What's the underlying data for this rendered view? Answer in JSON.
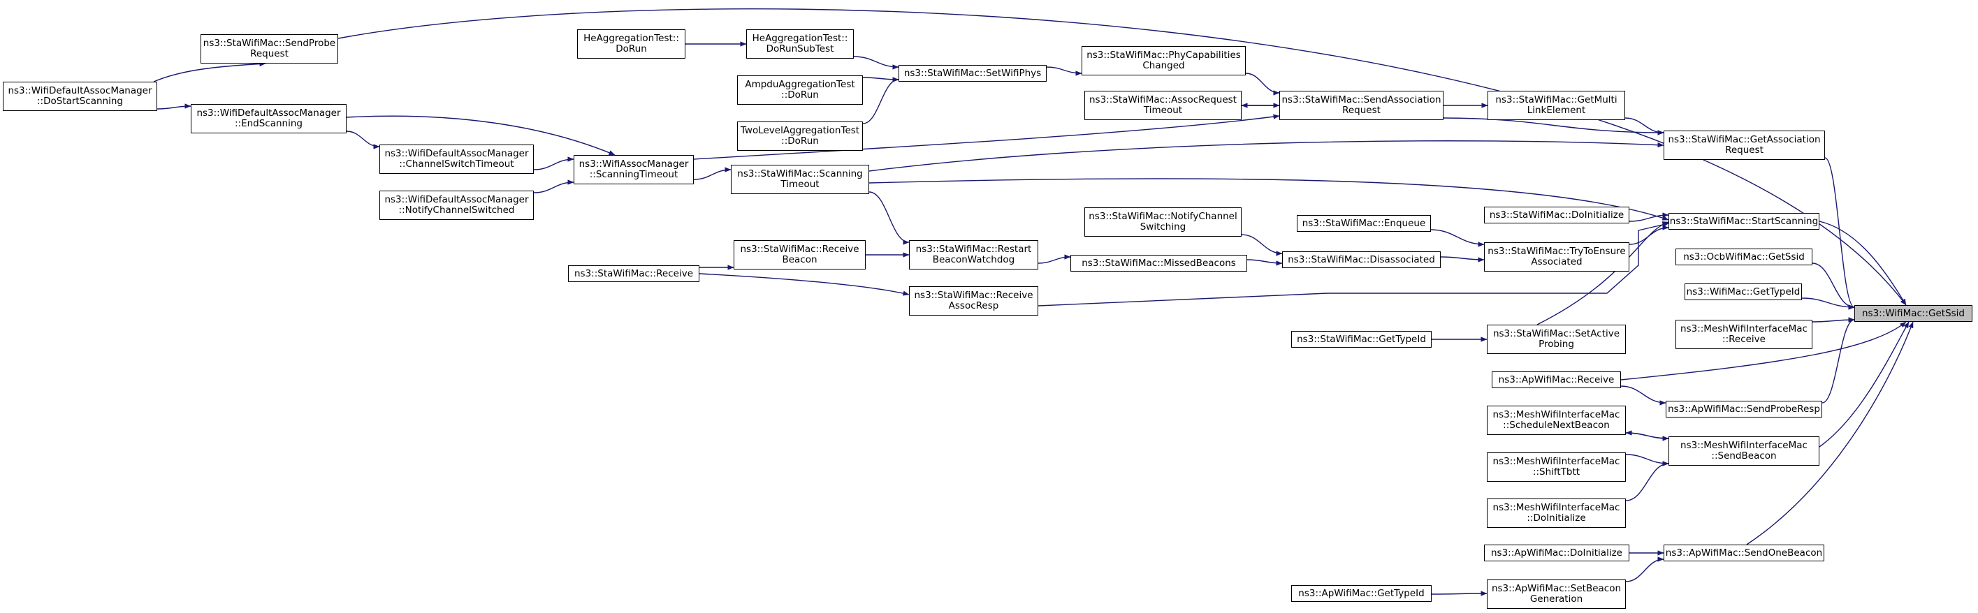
{
  "graph": {
    "title": "",
    "edge_color": "#191970",
    "highlight_color": "#bfbfbf",
    "nodes": [
      {
        "id": "get-ssid",
        "lines": [
          "ns3::WifiMac::GetSsid"
        ],
        "highlight": true
      },
      {
        "id": "get-association-request",
        "lines": [
          "ns3::StaWifiMac::GetAssociation",
          "Request"
        ]
      },
      {
        "id": "start-scanning",
        "lines": [
          "ns3::StaWifiMac::StartScanning"
        ]
      },
      {
        "id": "ocb-get-ssid",
        "lines": [
          "ns3::OcbWifiMac::GetSsid"
        ]
      },
      {
        "id": "wifimac-get-type-id",
        "lines": [
          "ns3::WifiMac::GetTypeId"
        ]
      },
      {
        "id": "mesh-receive",
        "lines": [
          "ns3::MeshWifiInterfaceMac",
          "::Receive"
        ]
      },
      {
        "id": "ap-send-probe-resp",
        "lines": [
          "ns3::ApWifiMac::SendProbeResp"
        ]
      },
      {
        "id": "mesh-send-beacon",
        "lines": [
          "ns3::MeshWifiInterfaceMac",
          "::SendBeacon"
        ]
      },
      {
        "id": "ap-send-one-beacon",
        "lines": [
          "ns3::ApWifiMac::SendOneBeacon"
        ]
      },
      {
        "id": "get-multi-link-element",
        "lines": [
          "ns3::StaWifiMac::GetMulti",
          "LinkElement"
        ]
      },
      {
        "id": "sta-do-initialize",
        "lines": [
          "ns3::StaWifiMac::DoInitialize"
        ]
      },
      {
        "id": "try-to-ensure-associated",
        "lines": [
          "ns3::StaWifiMac::TryToEnsure",
          "Associated"
        ]
      },
      {
        "id": "set-active-probing",
        "lines": [
          "ns3::StaWifiMac::SetActive",
          "Probing"
        ]
      },
      {
        "id": "ap-receive",
        "lines": [
          "ns3::ApWifiMac::Receive"
        ]
      },
      {
        "id": "mesh-schedule-next-beacon",
        "lines": [
          "ns3::MeshWifiInterfaceMac",
          "::ScheduleNextBeacon"
        ]
      },
      {
        "id": "mesh-shift-tbtt",
        "lines": [
          "ns3::MeshWifiInterfaceMac",
          "::ShiftTbtt"
        ]
      },
      {
        "id": "mesh-do-initialize",
        "lines": [
          "ns3::MeshWifiInterfaceMac",
          "::DoInitialize"
        ]
      },
      {
        "id": "ap-do-initialize",
        "lines": [
          "ns3::ApWifiMac::DoInitialize"
        ]
      },
      {
        "id": "set-beacon-generation",
        "lines": [
          "ns3::ApWifiMac::SetBeacon",
          "Generation"
        ]
      },
      {
        "id": "send-association-request",
        "lines": [
          "ns3::StaWifiMac::SendAssociation",
          "Request"
        ]
      },
      {
        "id": "sta-enqueue",
        "lines": [
          "ns3::StaWifiMac::Enqueue"
        ]
      },
      {
        "id": "disassociated",
        "lines": [
          "ns3::StaWifiMac::Disassociated"
        ]
      },
      {
        "id": "sta-get-type-id",
        "lines": [
          "ns3::StaWifiMac::GetTypeId"
        ]
      },
      {
        "id": "ap-get-type-id",
        "lines": [
          "ns3::ApWifiMac::GetTypeId"
        ]
      },
      {
        "id": "phy-capabilities-changed",
        "lines": [
          "ns3::StaWifiMac::PhyCapabilities",
          "Changed"
        ]
      },
      {
        "id": "assoc-request-timeout",
        "lines": [
          "ns3::StaWifiMac::AssocRequest",
          "Timeout"
        ]
      },
      {
        "id": "notify-channel-switching",
        "lines": [
          "ns3::StaWifiMac::NotifyChannel",
          "Switching"
        ]
      },
      {
        "id": "missed-beacons",
        "lines": [
          "ns3::StaWifiMac::MissedBeacons"
        ]
      },
      {
        "id": "set-wifi-phys",
        "lines": [
          "ns3::StaWifiMac::SetWifiPhys"
        ]
      },
      {
        "id": "scanning-timeout",
        "lines": [
          "ns3::StaWifiMac::Scanning",
          "Timeout"
        ]
      },
      {
        "id": "restart-beacon-watchdog",
        "lines": [
          "ns3::StaWifiMac::Restart",
          "BeaconWatchdog"
        ]
      },
      {
        "id": "receive-assoc-resp",
        "lines": [
          "ns3::StaWifiMac::Receive",
          "AssocResp"
        ]
      },
      {
        "id": "he-do-run-sub-test",
        "lines": [
          "HeAggregationTest::",
          "DoRunSubTest"
        ]
      },
      {
        "id": "ampdu-do-run",
        "lines": [
          "AmpduAggregationTest",
          "::DoRun"
        ]
      },
      {
        "id": "two-level-do-run",
        "lines": [
          "TwoLevelAggregationTest",
          "::DoRun"
        ]
      },
      {
        "id": "assoc-manager-scanning-timeout",
        "lines": [
          "ns3::WifiAssocManager",
          "::ScanningTimeout"
        ]
      },
      {
        "id": "receive-beacon",
        "lines": [
          "ns3::StaWifiMac::Receive",
          "Beacon"
        ]
      },
      {
        "id": "he-do-run",
        "lines": [
          "HeAggregationTest::",
          "DoRun"
        ]
      },
      {
        "id": "default-channel-switch-timeout",
        "lines": [
          "ns3::WifiDefaultAssocManager",
          "::ChannelSwitchTimeout"
        ]
      },
      {
        "id": "default-notify-channel-switched",
        "lines": [
          "ns3::WifiDefaultAssocManager",
          "::NotifyChannelSwitched"
        ]
      },
      {
        "id": "sta-receive",
        "lines": [
          "ns3::StaWifiMac::Receive"
        ]
      },
      {
        "id": "send-probe-request",
        "lines": [
          "ns3::StaWifiMac::SendProbe",
          "Request"
        ]
      },
      {
        "id": "default-end-scanning",
        "lines": [
          "ns3::WifiDefaultAssocManager",
          "::EndScanning"
        ]
      },
      {
        "id": "default-do-start-scanning",
        "lines": [
          "ns3::WifiDefaultAssocManager",
          "::DoStartScanning"
        ]
      }
    ],
    "edges": [
      [
        "get-association-request",
        "get-ssid"
      ],
      [
        "start-scanning",
        "get-ssid"
      ],
      [
        "ocb-get-ssid",
        "get-ssid"
      ],
      [
        "wifimac-get-type-id",
        "get-ssid"
      ],
      [
        "mesh-receive",
        "get-ssid"
      ],
      [
        "ap-receive",
        "get-ssid"
      ],
      [
        "ap-send-probe-resp",
        "get-ssid"
      ],
      [
        "mesh-send-beacon",
        "get-ssid"
      ],
      [
        "ap-send-one-beacon",
        "get-ssid"
      ],
      [
        "send-probe-request",
        "get-ssid"
      ],
      [
        "get-multi-link-element",
        "get-association-request"
      ],
      [
        "send-association-request",
        "get-association-request"
      ],
      [
        "scanning-timeout",
        "get-association-request"
      ],
      [
        "sta-do-initialize",
        "start-scanning"
      ],
      [
        "try-to-ensure-associated",
        "start-scanning"
      ],
      [
        "set-active-probing",
        "start-scanning"
      ],
      [
        "receive-assoc-resp",
        "start-scanning"
      ],
      [
        "scanning-timeout",
        "start-scanning"
      ],
      [
        "ap-receive",
        "ap-send-probe-resp"
      ],
      [
        "mesh-schedule-next-beacon",
        "mesh-send-beacon"
      ],
      [
        "mesh-shift-tbtt",
        "mesh-send-beacon"
      ],
      [
        "mesh-do-initialize",
        "mesh-send-beacon"
      ],
      [
        "mesh-send-beacon",
        "mesh-schedule-next-beacon"
      ],
      [
        "ap-do-initialize",
        "ap-send-one-beacon"
      ],
      [
        "set-beacon-generation",
        "ap-send-one-beacon"
      ],
      [
        "send-association-request",
        "get-multi-link-element"
      ],
      [
        "sta-enqueue",
        "try-to-ensure-associated"
      ],
      [
        "disassociated",
        "try-to-ensure-associated"
      ],
      [
        "sta-get-type-id",
        "set-active-probing"
      ],
      [
        "ap-get-type-id",
        "set-beacon-generation"
      ],
      [
        "phy-capabilities-changed",
        "send-association-request"
      ],
      [
        "assoc-request-timeout",
        "send-association-request"
      ],
      [
        "assoc-manager-scanning-timeout",
        "send-association-request"
      ],
      [
        "send-association-request",
        "assoc-request-timeout"
      ],
      [
        "notify-channel-switching",
        "disassociated"
      ],
      [
        "missed-beacons",
        "disassociated"
      ],
      [
        "set-wifi-phys",
        "phy-capabilities-changed"
      ],
      [
        "restart-beacon-watchdog",
        "missed-beacons"
      ],
      [
        "he-do-run-sub-test",
        "set-wifi-phys"
      ],
      [
        "ampdu-do-run",
        "set-wifi-phys"
      ],
      [
        "two-level-do-run",
        "set-wifi-phys"
      ],
      [
        "assoc-manager-scanning-timeout",
        "scanning-timeout"
      ],
      [
        "scanning-timeout",
        "restart-beacon-watchdog"
      ],
      [
        "receive-beacon",
        "restart-beacon-watchdog"
      ],
      [
        "sta-receive",
        "receive-assoc-resp"
      ],
      [
        "he-do-run",
        "he-do-run-sub-test"
      ],
      [
        "default-channel-switch-timeout",
        "assoc-manager-scanning-timeout"
      ],
      [
        "default-notify-channel-switched",
        "assoc-manager-scanning-timeout"
      ],
      [
        "default-end-scanning",
        "assoc-manager-scanning-timeout"
      ],
      [
        "sta-receive",
        "receive-beacon"
      ],
      [
        "default-end-scanning",
        "default-channel-switch-timeout"
      ],
      [
        "default-do-start-scanning",
        "send-probe-request"
      ],
      [
        "default-do-start-scanning",
        "default-end-scanning"
      ]
    ]
  }
}
